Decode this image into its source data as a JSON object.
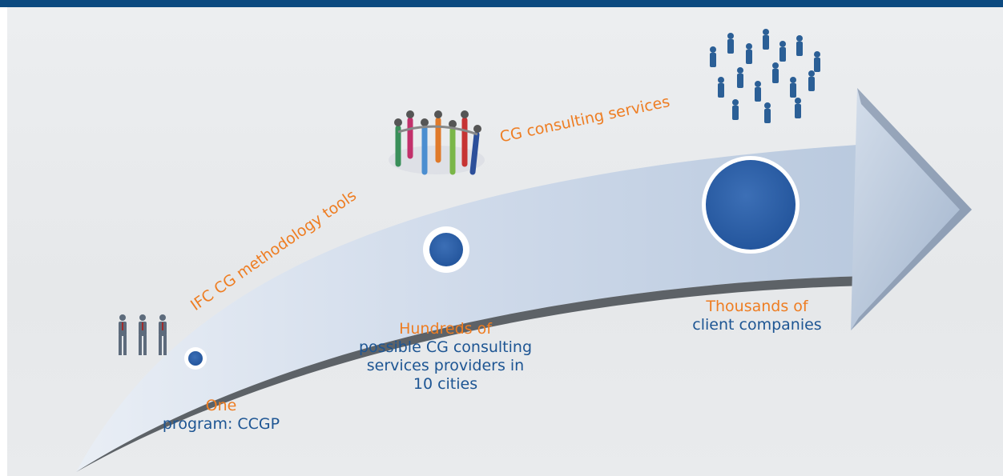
{
  "colors": {
    "top_bar": "#0c4a80",
    "orange_text": "#ee7d22",
    "blue_text": "#1d5593",
    "dot": "#2f61a8",
    "arrow_face": "#c9d6e6",
    "arrow_edge": "#5d6267"
  },
  "diagram": {
    "path_labels": {
      "tools": "IFC CG methodology tools",
      "services": "CG consulting services"
    },
    "stages": [
      {
        "count": "One",
        "description": [
          "program: CCGP"
        ],
        "dot_size": "small",
        "icon": "three-businessmen-icon"
      },
      {
        "count": "Hundreds of",
        "description": [
          "possible CG consulting",
          "services providers in",
          "10 cities"
        ],
        "dot_size": "medium",
        "icon": "people-circle-icon"
      },
      {
        "count": "Thousands of",
        "description": [
          "client companies"
        ],
        "dot_size": "large",
        "icon": "crowd-icon"
      }
    ]
  }
}
